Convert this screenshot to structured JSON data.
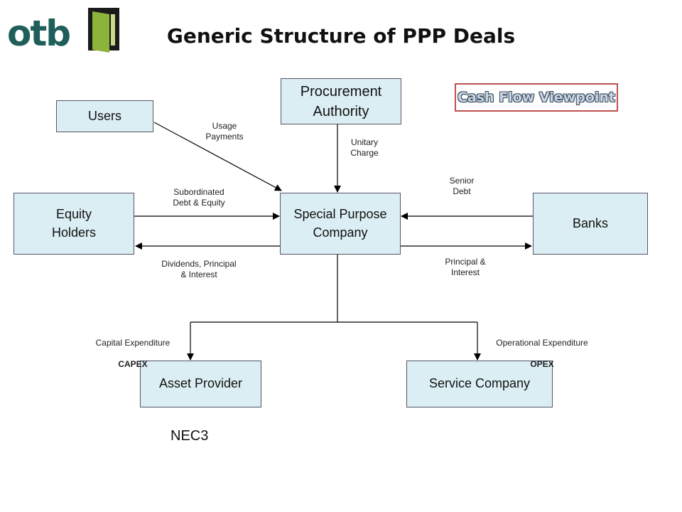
{
  "logo": {
    "text": "otb"
  },
  "title": "Generic Structure of PPP Deals",
  "callout": "Cash Flow Viewpoint",
  "boxes": {
    "procurement": "Procurement\nAuthority",
    "users": "Users",
    "equity": "Equity\nHolders",
    "spc": "Special Purpose\nCompany",
    "banks": "Banks",
    "asset": "Asset Provider",
    "service": "Service Company"
  },
  "labels": {
    "usage": "Usage\nPayments",
    "unitary": "Unitary\nCharge",
    "subordinated": "Subordinated\nDebt & Equity",
    "senior": "Senior\nDebt",
    "dividends": "Dividends, Principal\n& Interest",
    "principal": "Principal &\nInterest",
    "capex_line": "Capital Expenditure",
    "capex_abbr": "CAPEX",
    "opex_line": "Operational Expenditure",
    "opex_abbr": "OPEX"
  },
  "footer": "NEC3",
  "colors": {
    "box_fill": "#dbeef4",
    "logo_green": "#1f5f5a",
    "logo_lime": "#8cb33a",
    "callout_border": "#c0504d"
  }
}
